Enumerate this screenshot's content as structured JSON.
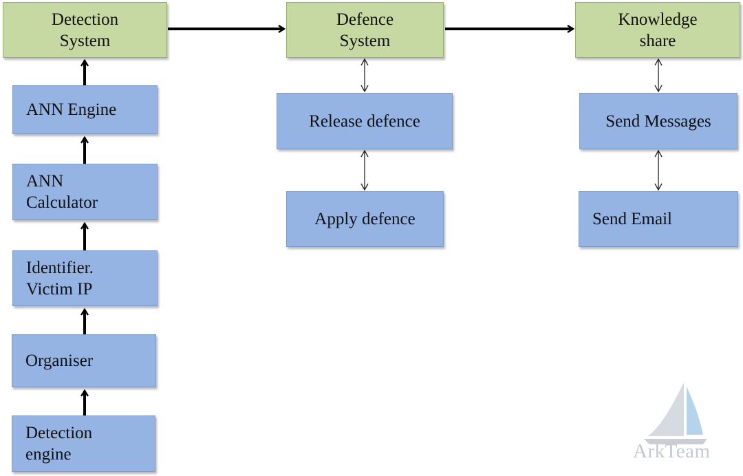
{
  "headers": {
    "detection_system": "Detection\nSystem",
    "defence_system": "Defence\nSystem",
    "knowledge_share": "Knowledge\nshare"
  },
  "detection_chain": {
    "ann_engine": "ANN Engine",
    "ann_calculator": "ANN\nCalculator",
    "identifier_victim_ip": "Identifier.\nVictim IP",
    "organiser": "Organiser",
    "detection_engine": "Detection\nengine"
  },
  "defence_chain": {
    "release_defence": "Release defence",
    "apply_defence": "Apply defence"
  },
  "knowledge_chain": {
    "send_messages": "Send Messages",
    "send_email": "Send Email"
  },
  "watermark": {
    "text": "ArkTeam",
    "icon": "sailboat-icon"
  },
  "colors": {
    "header_fill": "#c6d9a2",
    "process_fill": "#95b3e3",
    "arrow": "#000000"
  }
}
